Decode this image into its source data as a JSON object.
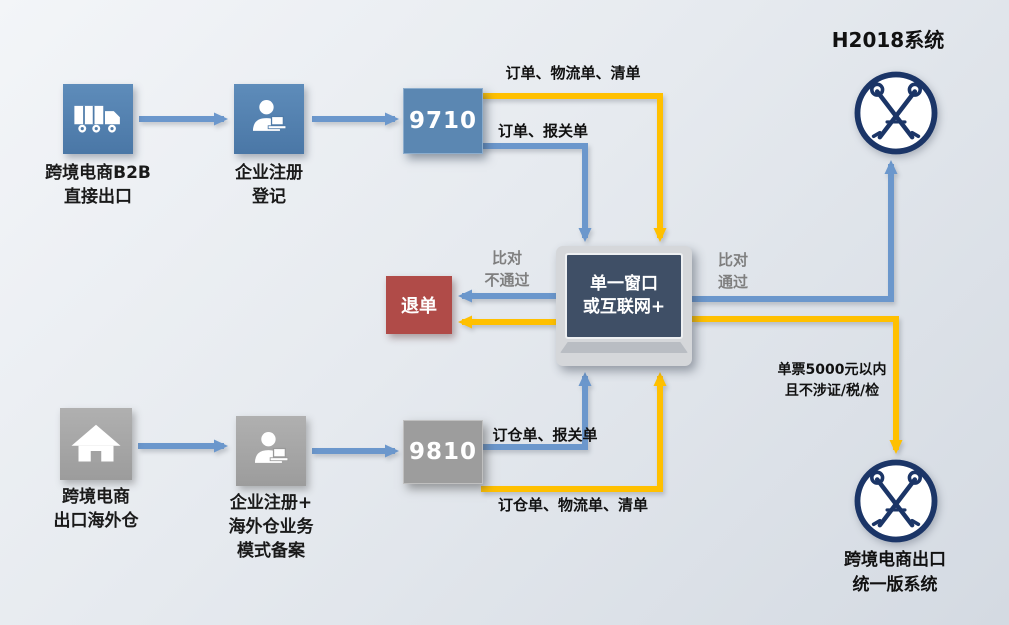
{
  "titles": {
    "h2018": "H2018系统",
    "unified_line1": "跨境电商出口",
    "unified_line2": "统一版系统"
  },
  "nodes": {
    "b2b": {
      "line1": "跨境电商B2B",
      "line2": "直接出口"
    },
    "register": {
      "line1": "企业注册",
      "line2": "登记"
    },
    "code9710": {
      "label": "9710"
    },
    "warehouse": {
      "line1": "跨境电商",
      "line2": "出口海外仓"
    },
    "register_wh": {
      "line1": "企业注册+",
      "line2": "海外仓业务",
      "line3": "模式备案"
    },
    "code9810": {
      "label": "9810"
    },
    "single_window": {
      "line1": "单一窗口",
      "line2": "或互联网+"
    },
    "return": {
      "label": "退单"
    }
  },
  "labels": {
    "order_logistics_list": "订单、物流单、清单",
    "order_declaration": "订单、报关单",
    "fail_line1": "比对",
    "fail_line2": "不通过",
    "pass_line1": "比对",
    "pass_line2": "通过",
    "wh_order_declaration": "订仓单、报关单",
    "wh_order_logistics_list": "订仓单、物流单、清单",
    "amount_line1": "单票5000元以内",
    "amount_line2": "且不涉证/税/检"
  },
  "icons": {
    "truck": "truck-icon",
    "registration_person": "person-laptop-icon",
    "warehouse_house": "house-icon",
    "customs_emblem": "customs-emblem-icon",
    "single_window_laptop": "laptop-icon"
  },
  "colors": {
    "blue_node": "#4f7dad",
    "gray_node": "#a6a6a6",
    "red_node": "#b04b48",
    "arrow_blue": "#6b97cc",
    "arrow_yellow": "#ffc000",
    "emblem_navy": "#1b3567",
    "screen_dark": "#3f4f66",
    "gray_text": "#7f7f7f"
  }
}
